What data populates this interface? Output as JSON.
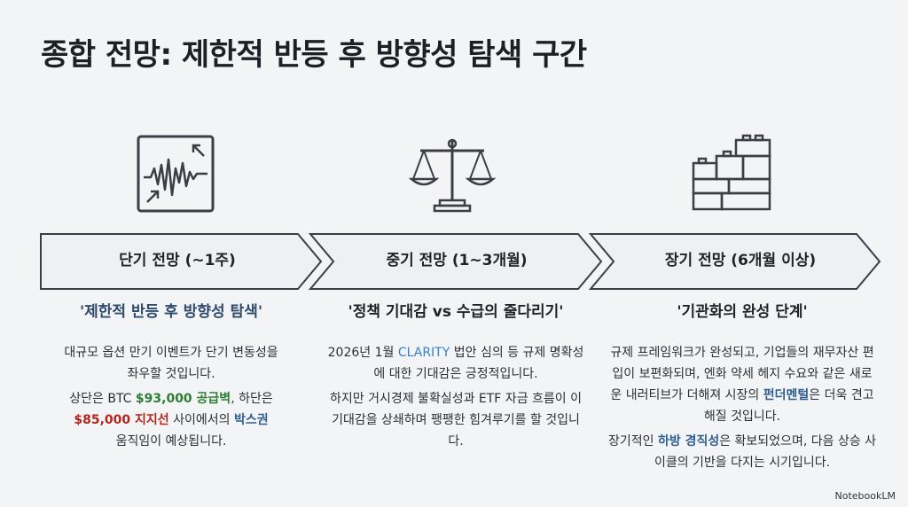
{
  "title": "종합 전망: 제한적 반등 후 방향성 탐색 구간",
  "stages": [
    {
      "label": "단기 전망 (~1주)",
      "headline": "'제한적 반등 후 방향성 탐색'",
      "p1": "대규모 옵션 만기 이벤트가 단기 변동성을 좌우할 것입니다.",
      "p2_a": "상단은 BTC ",
      "p2_b": "$93,000 공급벽",
      "p2_c": ", 하단은",
      "p2_d": "$85,000 지지선",
      "p2_e": " 사이에서의 ",
      "p2_f": "박스권",
      "p2_g": "움직임이 예상됩니다."
    },
    {
      "label": "중기 전망 (1~3개월)",
      "headline": "'정책 기대감 vs 수급의 줄다리기'",
      "p1_a": "2026년 1월 ",
      "p1_b": "CLARITY",
      "p1_c": " 법안 심의 등 규제 명확성에 대한 기대감은 긍정적입니다.",
      "p2": "하지만 거시경제 불확실성과 ETF 자금 흐름이 이 기대감을 상쇄하며 팽팽한 힘겨루기를 할 것입니다."
    },
    {
      "label": "장기 전망 (6개월 이상)",
      "headline": "'기관화의 완성 단계'",
      "p1_a": "규제 프레임워크가 완성되고, 기업들의 재무자산 편입이 보편화되며, 엔화 약세 헤지 수요와 같은 새로운 내러티브가 더해져 시장의 ",
      "p1_b": "펀더멘털",
      "p1_c": "은 더욱 견고해질 것입니다.",
      "p2_a": "장기적인 ",
      "p2_b": "하방 경직성",
      "p2_c": "은 확보되었으며, 다음 상승 사이클의 기반을 다지는 시기입니다."
    }
  ],
  "icons": [
    "volatility-chart-icon",
    "balance-scale-icon",
    "building-blocks-icon"
  ],
  "brand": "NotebookLM",
  "colors": {
    "accent_green": "#2e7d32",
    "accent_red": "#b3261e",
    "accent_blue": "#2f5e8f"
  }
}
